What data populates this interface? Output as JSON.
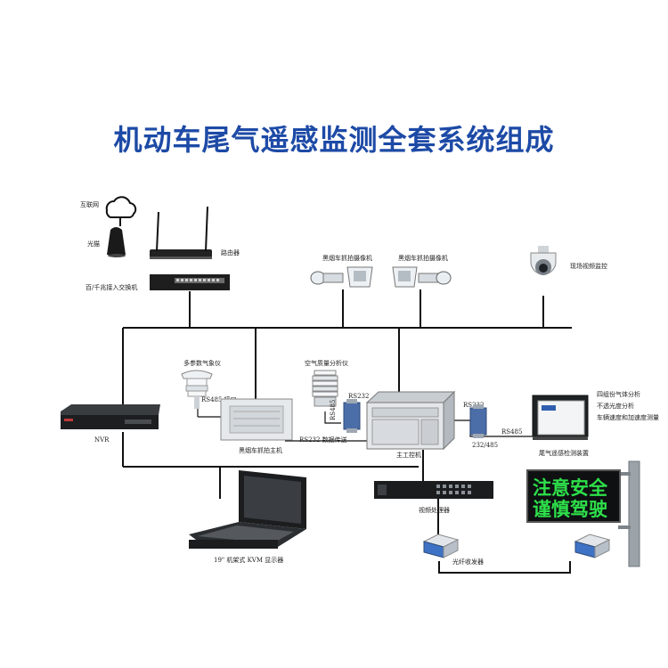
{
  "title": "机动车尾气遥感监测全套系统组成",
  "labels": {
    "internet": "互联网",
    "modem": "光猫",
    "router": "路由器",
    "switch": "百/千兆接入交换机",
    "cam_left": "黑烟车抓拍摄像机",
    "cam_right": "黑烟车抓拍摄像机",
    "dome": "现场视频监控",
    "weather": "多参数气象仪",
    "air": "空气质量分析仪",
    "blacksmoke": "黑烟车抓拍主机",
    "rs485_host": "RS485 接口",
    "rs485_a": "RS485",
    "rs232_a": "RS232",
    "rs232_b": "RS232",
    "rs232_tx": "RS232 数据传送",
    "ipc": "主工控机",
    "iface_232_485": "232/485",
    "rs485_b": "RS485",
    "analyzer_desc1": "四组份气体分析",
    "analyzer_desc2": "不透光度分析",
    "analyzer_desc3": "车辆速度和加速度测量",
    "analyzer": "尾气遥感检测装置",
    "nvr": "NVR",
    "video_proc": "视频处理器",
    "kvm": "19\" 机架式 KVM 显示器",
    "fiber": "光纤收发器",
    "sign_line1": "注意安全",
    "sign_line2": "谨慎驾驶"
  }
}
